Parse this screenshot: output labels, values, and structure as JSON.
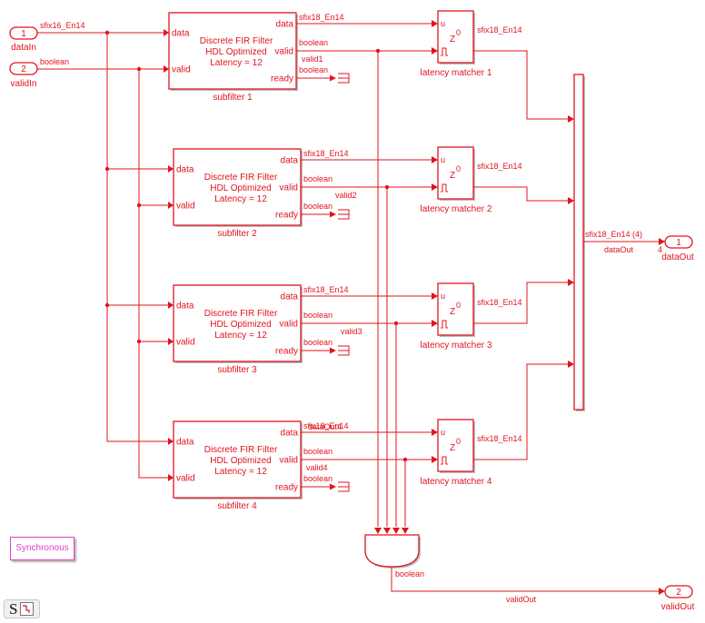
{
  "inports": [
    {
      "number": "1",
      "name": "dataIn",
      "signal_type": "sfix16_En14"
    },
    {
      "number": "2",
      "name": "validIn",
      "signal_type": "boolean"
    }
  ],
  "subfilters": [
    {
      "name": "subfilter 1",
      "body": [
        "Discrete FIR Filter",
        "HDL Optimized",
        "Latency = 12"
      ],
      "in_ports": [
        "data",
        "valid"
      ],
      "out_ports": [
        "data",
        "valid",
        "ready"
      ],
      "data_out_type": "sfix18_En14",
      "valid_out_type": "boolean",
      "ready_out_type": "boolean",
      "valid_signal": "valid1"
    },
    {
      "name": "subfilter 2",
      "body": [
        "Discrete FIR Filter",
        "HDL Optimized",
        "Latency = 12"
      ],
      "in_ports": [
        "data",
        "valid"
      ],
      "out_ports": [
        "data",
        "valid",
        "ready"
      ],
      "data_out_type": "sfix18_En14",
      "valid_out_type": "boolean",
      "ready_out_type": "boolean",
      "valid_signal": "valid2"
    },
    {
      "name": "subfilter 3",
      "body": [
        "Discrete FIR Filter",
        "HDL Optimized",
        "Latency = 12"
      ],
      "in_ports": [
        "data",
        "valid"
      ],
      "out_ports": [
        "data",
        "valid",
        "ready"
      ],
      "data_out_type": "sfix18_En14",
      "valid_out_type": "boolean",
      "ready_out_type": "boolean",
      "valid_signal": "valid3"
    },
    {
      "name": "subfilter 4",
      "body": [
        "Discrete FIR Filter",
        "HDL Optimized",
        "Latency = 12"
      ],
      "in_ports": [
        "data",
        "valid"
      ],
      "out_ports": [
        "data",
        "valid",
        "ready"
      ],
      "data_out_type": "sfix18_En14",
      "data_out_overlap_label": "dataOut4",
      "valid_out_type": "boolean",
      "ready_out_type": "boolean",
      "valid_signal": "valid4"
    }
  ],
  "latency_matchers": [
    {
      "name": "latency matcher 1",
      "symbol": "Z",
      "exponent": "0",
      "port_u": "u",
      "out_type": "sfix18_En14"
    },
    {
      "name": "latency matcher 2",
      "symbol": "Z",
      "exponent": "0",
      "port_u": "u",
      "out_type": "sfix18_En14"
    },
    {
      "name": "latency matcher 3",
      "symbol": "Z",
      "exponent": "0",
      "port_u": "u",
      "out_type": "sfix18_En14"
    },
    {
      "name": "latency matcher 4",
      "symbol": "Z",
      "exponent": "0",
      "port_u": "u",
      "out_type": "sfix18_En14"
    }
  ],
  "mux": {
    "out_type": "sfix18_En14 (4)",
    "out_signal": "dataOut",
    "width_label": "4"
  },
  "and_gate": {
    "out_type": "boolean",
    "out_signal": "validOut"
  },
  "outports": [
    {
      "number": "1",
      "name": "dataOut"
    },
    {
      "number": "2",
      "name": "validOut"
    }
  ],
  "annotation": {
    "text": "Synchronous"
  },
  "sample_time_badge": {
    "letter": "S"
  },
  "colors": {
    "signal": "#e0141e",
    "annotation": "#e040c8"
  }
}
